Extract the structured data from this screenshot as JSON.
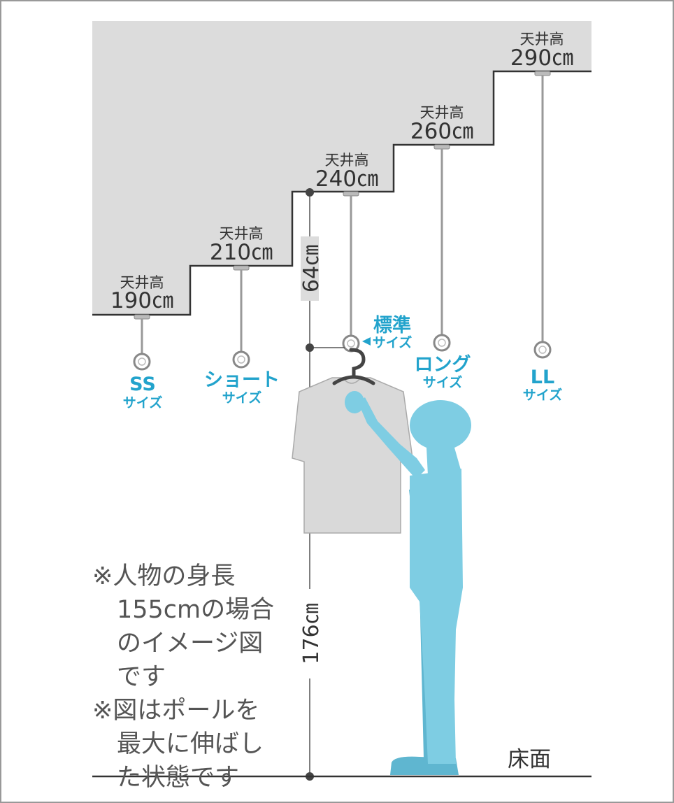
{
  "colors": {
    "ceiling": "#dcdcdc",
    "person": "#7ecde3",
    "person_shadow": "#5fb6d0",
    "shirt": "#d9d9d9",
    "accent": "#22a3cc",
    "line": "#333333",
    "frame": "#999999"
  },
  "ceilings": [
    {
      "label": "天井高",
      "value": "190㎝"
    },
    {
      "label": "天井高",
      "value": "210㎝"
    },
    {
      "label": "天井高",
      "value": "240㎝"
    },
    {
      "label": "天井高",
      "value": "260㎝"
    },
    {
      "label": "天井高",
      "value": "290㎝"
    }
  ],
  "sizes": [
    {
      "name": "SS",
      "sub": "サイズ"
    },
    {
      "name": "ショート",
      "sub": "サイズ"
    },
    {
      "name": "標準",
      "sub": "サイズ"
    },
    {
      "name": "ロング",
      "sub": "サイズ"
    },
    {
      "name": "LL",
      "sub": "サイズ"
    }
  ],
  "dimensions": {
    "upper": "64㎝",
    "lower": "176㎝"
  },
  "notes": [
    "※人物の身長",
    "155cmの場合",
    "のイメージ図",
    "です",
    "※図はポールを",
    "最大に伸ばし",
    "た状態です"
  ],
  "floor_label": "床面",
  "icons": {
    "person": "person-reaching-icon",
    "shirt": "tshirt-icon",
    "hanger": "hanger-icon",
    "pointer": "triangle-pointer-icon"
  }
}
